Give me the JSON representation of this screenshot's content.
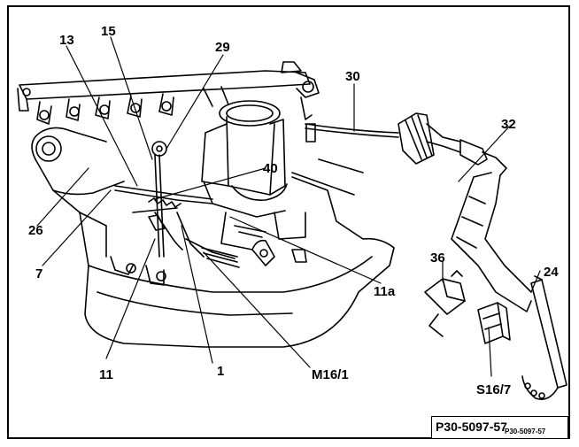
{
  "callouts": {
    "c13": "13",
    "c15": "15",
    "c29": "29",
    "c30": "30",
    "c32": "32",
    "c40": "40",
    "c26": "26",
    "c7": "7",
    "c11a": "11a",
    "c36": "36",
    "c24": "24",
    "c11": "11",
    "c1": "1",
    "cM16_1": "M16/1",
    "cS16_7": "S16/7"
  },
  "reference": {
    "main": "P30-5097-57",
    "small": "P30-5097-57"
  },
  "colors": {
    "line": "#000000",
    "background": "#ffffff"
  }
}
